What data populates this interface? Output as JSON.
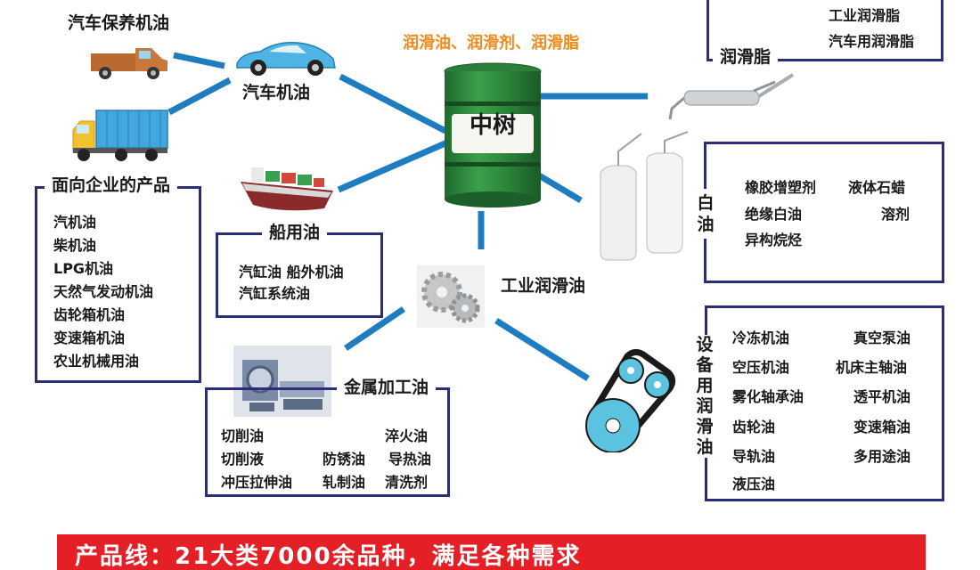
{
  "center": {
    "title": "润滑油、润滑剂、润滑脂",
    "brand": "中树",
    "title_color": "#f08a1c",
    "barrel_color": "#2e8a3c"
  },
  "nodes": {
    "car_maintenance": "汽车保养机油",
    "car_oil": "汽车机油",
    "ship_oil": "船用油",
    "industrial": "工业润滑油",
    "grease": "润滑脂",
    "white_oil": "白油",
    "metalworking": "金属加工油",
    "equipment_vertical": [
      "设",
      "备",
      "用",
      "润",
      "滑",
      "油"
    ]
  },
  "enterprise": {
    "title": "面向企业的产品",
    "items": [
      "汽机油",
      "柴机油",
      "LPG机油",
      "天然气发动机油",
      "齿轮箱机油",
      "变速箱机油",
      "农业机械用油"
    ]
  },
  "ship": {
    "items": [
      "汽缸油  船外机油",
      "汽缸系统油"
    ]
  },
  "grease_box": {
    "items": [
      "工业润滑脂",
      "汽车用润滑脂"
    ]
  },
  "white_oil_box": {
    "items": [
      "橡胶增塑剂",
      "液体石蜡",
      "绝缘白油",
      "溶剂",
      "异构烷烃"
    ]
  },
  "metal_box": {
    "items": [
      "切削油",
      "淬火油",
      "切削液",
      "防锈油",
      "导热油",
      "冲压拉伸油",
      "轧制油",
      "清洗剂"
    ]
  },
  "equipment_box": {
    "items": [
      "冷冻机油",
      "真空泵油",
      "空压机油",
      "机床主轴油",
      "雾化轴承油",
      "透平机油",
      "齿轮油",
      "变速箱油",
      "导轨油",
      "多用途油",
      "液压油"
    ]
  },
  "banner": {
    "text": "产品线：21大类7000余品种，满足各种需求",
    "color": "#e41f26"
  },
  "colors": {
    "connector": "#1f7cc1",
    "box_border": "#2b2c7a"
  }
}
